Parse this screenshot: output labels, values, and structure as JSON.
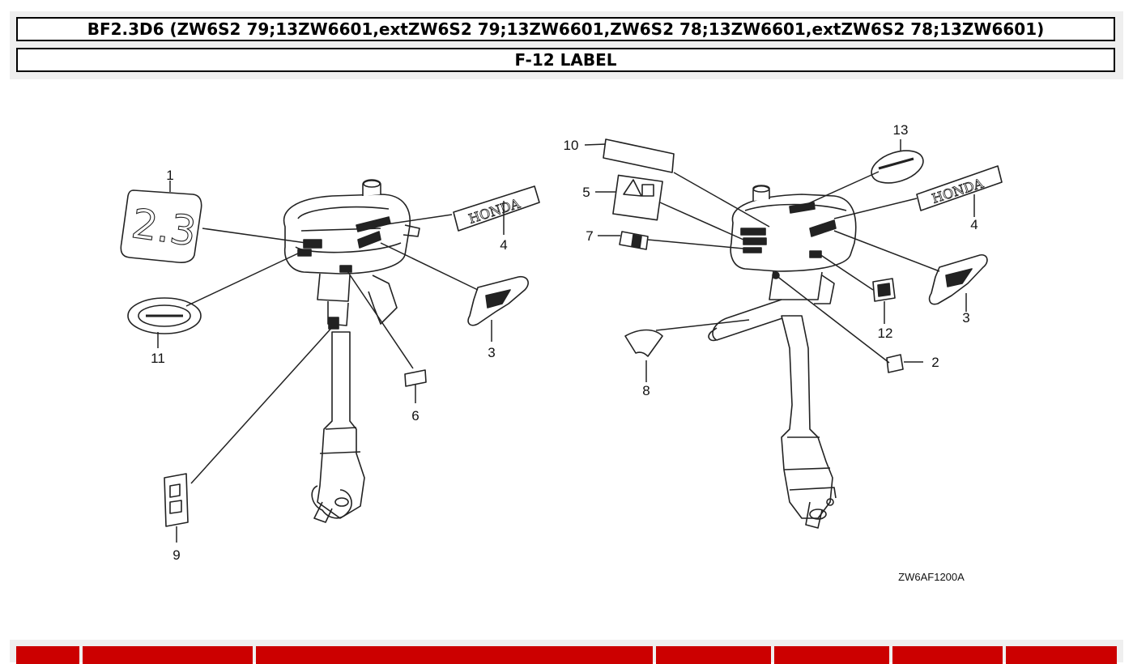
{
  "header": {
    "model_title": "BF2.3D6 (ZW6S2 79;13ZW6601,extZW6S2 79;13ZW6601,ZW6S2 78;13ZW6601,extZW6S2 78;13ZW6601)",
    "section_title": "F-12 LABEL"
  },
  "diagram": {
    "figure_code": "ZW6AF1200A",
    "honda_text": "HONDA",
    "badge_text": "2.3",
    "callouts": {
      "c1": "1",
      "c2": "2",
      "c3a": "3",
      "c3b": "3",
      "c4a": "4",
      "c4b": "4",
      "c5": "5",
      "c6": "6",
      "c7": "7",
      "c8": "8",
      "c9": "9",
      "c10": "10",
      "c11": "11",
      "c12": "12",
      "c13": "13"
    }
  },
  "parts_table": {
    "header_color": "#cc0000",
    "columns": [
      "",
      "",
      "",
      "",
      "",
      "",
      ""
    ]
  }
}
